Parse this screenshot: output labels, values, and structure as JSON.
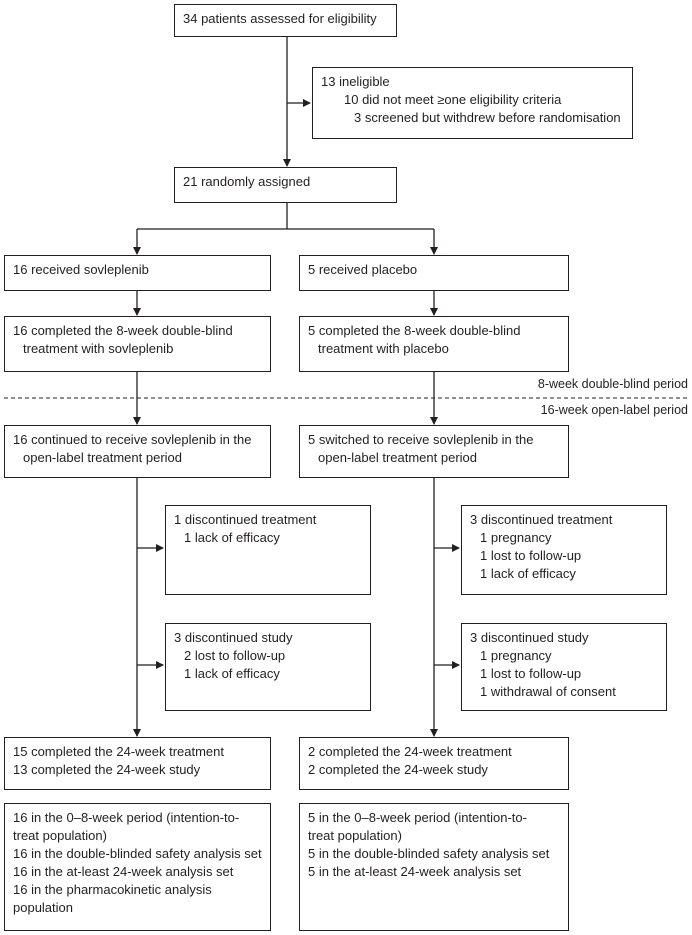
{
  "assessed": [
    "34 patients assessed for eligibility"
  ],
  "ineligible": {
    "title": "13 ineligible",
    "items": [
      "10 did not meet ≥one eligibility criteria",
      "3 screened but withdrew before randomisation"
    ]
  },
  "randomised": [
    "21 randomly assigned"
  ],
  "sovleplenib": {
    "received": [
      "16 received sovleplenib"
    ],
    "completed_db": [
      "16 completed the 8-week double-blind",
      "treatment with sovleplenib"
    ],
    "continued": [
      "16 continued to receive sovleplenib in the",
      "open-label treatment period"
    ],
    "disc_treatment": {
      "title": "1 discontinued treatment",
      "items": [
        "1 lack of efficacy"
      ]
    },
    "disc_study": {
      "title": "3 discontinued study",
      "items": [
        "2 lost to follow-up",
        "1 lack of efficacy"
      ]
    },
    "completed_24": [
      "15 completed the 24-week treatment",
      "13 completed the 24-week study"
    ],
    "analysis": [
      "16 in the 0–8-week period (intention-to-",
      "treat population)",
      "16 in the double-blinded safety analysis set",
      "16 in the at-least 24-week analysis set",
      "16 in the pharmacokinetic analysis",
      "population"
    ]
  },
  "placebo": {
    "received": [
      "5 received placebo"
    ],
    "completed_db": [
      "5 completed the 8-week double-blind",
      "treatment with placebo"
    ],
    "switched": [
      "5 switched to receive sovleplenib in the",
      "open-label treatment period"
    ],
    "disc_treatment": {
      "title": "3 discontinued treatment",
      "items": [
        "1 pregnancy",
        "1 lost to follow-up",
        "1 lack of efficacy"
      ]
    },
    "disc_study": {
      "title": "3 discontinued study",
      "items": [
        "1 pregnancy",
        "1 lost to follow-up",
        "1 withdrawal of consent"
      ]
    },
    "completed_24": [
      "2 completed the 24-week treatment",
      "2 completed the 24-week study"
    ],
    "analysis": [
      "5 in the 0–8-week period (intention-to-",
      "treat population)",
      "5 in the double-blinded safety analysis set",
      "5 in the at-least 24-week analysis set"
    ]
  },
  "periods": {
    "double_blind": "8-week double-blind period",
    "open_label": "16-week open-label period"
  }
}
